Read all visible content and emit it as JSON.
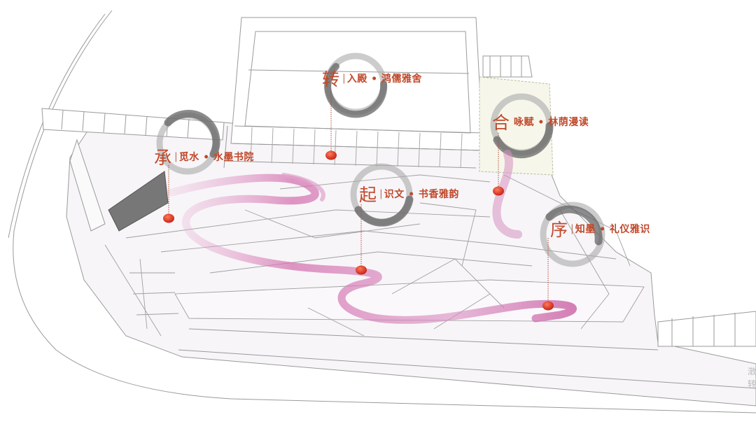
{
  "colors": {
    "label": "#c0482a",
    "ribbon": "#d46fae",
    "dot": "#d0281c",
    "ink": "#666666",
    "lines": "#9a9a9a"
  },
  "stations": [
    {
      "char": "转",
      "bar": "|",
      "subtitle": "入殿 • 鸿儒雅舍"
    },
    {
      "char": "承",
      "bar": "|",
      "subtitle": "觅水 • 水墨书院"
    },
    {
      "char": "起",
      "bar": "|",
      "subtitle": "识文 • 书香雅韵"
    },
    {
      "char": "合",
      "bar": "",
      "subtitle": "咏赋 • 林荫漫读"
    },
    {
      "char": "序",
      "bar": "|",
      "subtitle": "知墨 • 礼仪雅识"
    }
  ],
  "edge_fragments": [
    "澂",
    "转"
  ]
}
